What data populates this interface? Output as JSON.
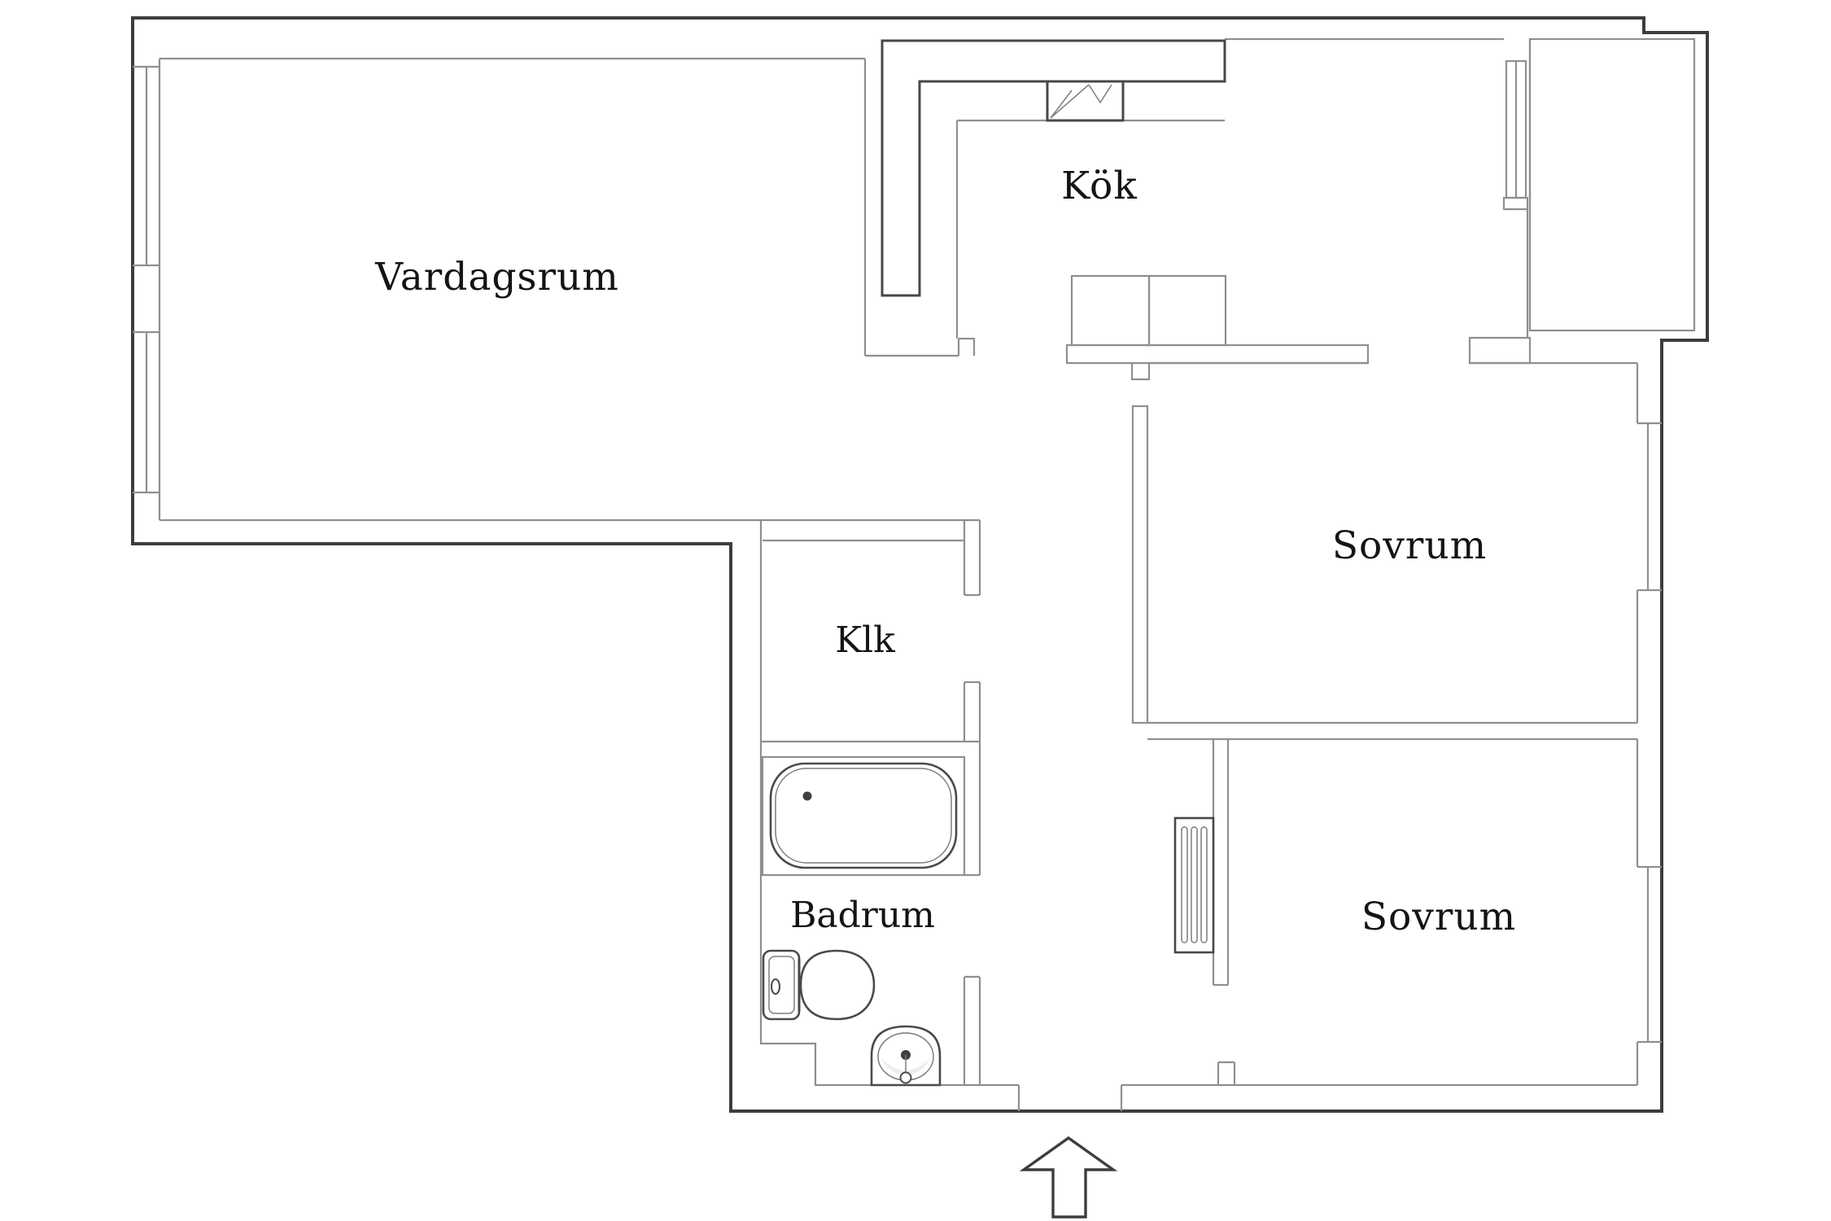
{
  "document": {
    "type": "apartment-floor-plan",
    "background": "#ffffff"
  },
  "colors": {
    "outer_wall": "#3d3d3d",
    "inner_wall": "#8f8f8f",
    "fixture_line": "#4a4a4a",
    "label_text": "#141414"
  },
  "rooms": [
    {
      "id": "vardagsrum",
      "label": "Vardagsrum"
    },
    {
      "id": "kok",
      "label": "Kök"
    },
    {
      "id": "sovrum_1",
      "label": "Sovrum"
    },
    {
      "id": "sovrum_2",
      "label": "Sovrum"
    },
    {
      "id": "klk",
      "label": "Klk"
    },
    {
      "id": "badrum",
      "label": "Badrum"
    }
  ],
  "fixtures": [
    {
      "id": "kitchen-counter",
      "name": "L-shaped kitchen counter"
    },
    {
      "id": "stove",
      "name": "stove with fan symbol"
    },
    {
      "id": "kitchen-island",
      "name": "kitchen island / table"
    },
    {
      "id": "balcony",
      "name": "balcony with door"
    },
    {
      "id": "bathtub",
      "name": "bathtub"
    },
    {
      "id": "toilet",
      "name": "toilet"
    },
    {
      "id": "sink",
      "name": "wash basin"
    },
    {
      "id": "radiator",
      "name": "radiator"
    }
  ],
  "entrance": {
    "symbol": "arrow-up",
    "meaning": "main entrance"
  }
}
